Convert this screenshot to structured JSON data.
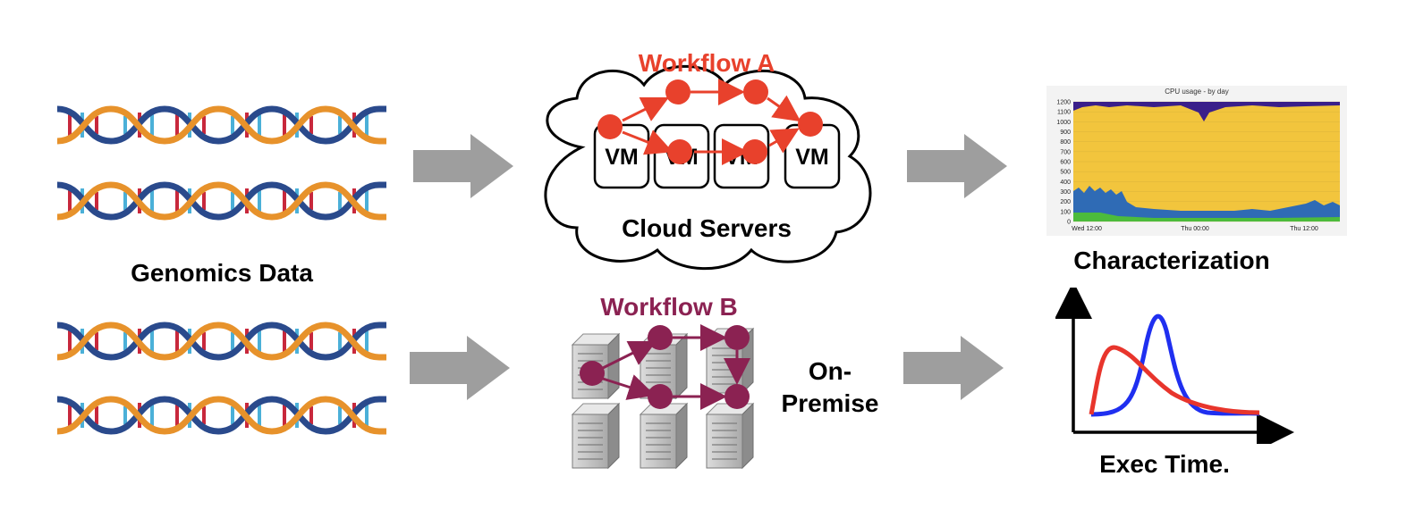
{
  "labels": {
    "genomics": "Genomics Data",
    "workflow_a": "Workflow A",
    "workflow_b": "Workflow B",
    "cloud": "Cloud Servers",
    "onprem": "On-\nPremise",
    "characterization": "Characterization",
    "exec_time": "Exec Time."
  },
  "vm_label": "VM",
  "colors": {
    "workflow_a": "#e8412c",
    "workflow_b": "#8b2252",
    "arrow": "#9e9e9e",
    "cpu_yellow": "#f2c53d",
    "cpu_blue": "#2f6bb5",
    "cpu_green": "#4cbb3c",
    "cpu_purple": "#3a1f8a",
    "curve_red": "#e8352c",
    "curve_blue": "#1f2ff0"
  },
  "chart_data": {
    "type": "area",
    "title": "CPU usage - by day",
    "y_ticks": [
      "1200",
      "1100",
      "1000",
      "900",
      "800",
      "700",
      "600",
      "500",
      "400",
      "300",
      "200",
      "100",
      "0"
    ],
    "x_ticks": [
      "Wed 12:00",
      "Thu 00:00",
      "Thu 12:00"
    ],
    "ylim": [
      0,
      1200
    ]
  }
}
